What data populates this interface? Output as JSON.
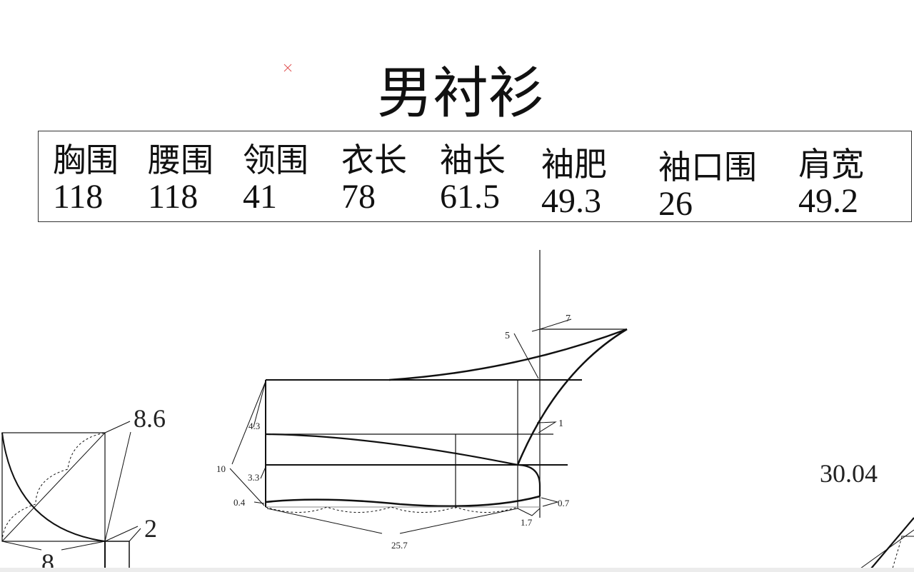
{
  "title": "男衬衫",
  "measurements": [
    {
      "label": "胸围",
      "value": "118"
    },
    {
      "label": "腰围",
      "value": "118"
    },
    {
      "label": "领围",
      "value": "41"
    },
    {
      "label": "衣长",
      "value": "78"
    },
    {
      "label": "袖长",
      "value": "61.5"
    },
    {
      "label": "袖肥",
      "value": "49.3"
    },
    {
      "label": "袖口围",
      "value": "26"
    },
    {
      "label": "肩宽",
      "value": "49.2"
    }
  ],
  "annotations": {
    "a7": "7",
    "a5": "5",
    "a1": "1",
    "a43": "4.3",
    "a10": "10",
    "a33": "3.3",
    "a04": "0.4",
    "a07": "0.7",
    "a17": "1.7",
    "a257": "25.7",
    "a86": "8.6",
    "a2": "2",
    "a8": "8",
    "a3004": "30.04"
  },
  "marker_color": "#e05050"
}
